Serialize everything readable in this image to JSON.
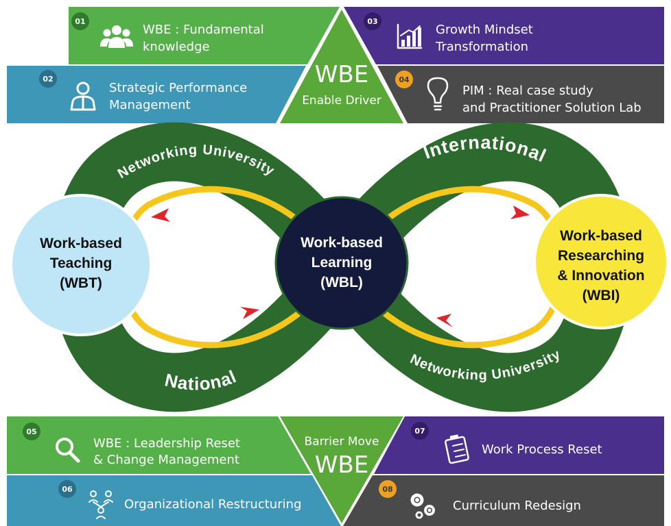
{
  "top": {
    "center": {
      "title": "WBE",
      "subtitle": "Enable Driver"
    },
    "items": [
      {
        "num": "01",
        "line1": "WBE : Fundamental",
        "line2": "knowledge",
        "icon": "people-group-icon"
      },
      {
        "num": "02",
        "line1": "Strategic Performance",
        "line2": "Management",
        "icon": "person-icon"
      },
      {
        "num": "03",
        "line1": "Growth Mindset",
        "line2": "Transformation",
        "icon": "bar-chart-growth-icon"
      },
      {
        "num": "04",
        "line1": "PIM : Real case study",
        "line2": "and Practitioner Solution Lab",
        "icon": "lightbulb-icon"
      }
    ]
  },
  "loop": {
    "top_left": "Networking University",
    "top_right": "International",
    "bottom_left": "National",
    "bottom_right": "Networking University",
    "left_circle": {
      "line1": "Work-based",
      "line2": "Teaching",
      "line3": "(WBT)"
    },
    "center_circle": {
      "line1": "Work-based",
      "line2": "Learning",
      "line3": "(WBL)"
    },
    "right_circle": {
      "line1": "Work-based",
      "line2": "Researching",
      "line3": "& Innovation",
      "line4": "(WBI)"
    }
  },
  "bottom": {
    "center": {
      "subtitle": "Barrier Move",
      "title": "WBE"
    },
    "items": [
      {
        "num": "05",
        "line1": "WBE : Leadership Reset",
        "line2": "& Change Management",
        "icon": "magnifier-icon"
      },
      {
        "num": "06",
        "line1": "Organizational Restructuring",
        "icon": "org-chart-icon"
      },
      {
        "num": "07",
        "line1": "Work Process Reset",
        "icon": "clipboard-checklist-icon"
      },
      {
        "num": "08",
        "line1": "Curriculum Redesign",
        "icon": "gears-icon"
      }
    ]
  },
  "colors": {
    "green": "#55b04a",
    "teal": "#3f97b8",
    "purple": "#4b2f8c",
    "charcoal": "#4a4a4a",
    "center_green": "#5aa83a",
    "loop_green": "#2d6a2e",
    "track_yellow": "#f5c61c",
    "arrow_red": "#e0242b",
    "wbt_blue": "#bfe6f7",
    "wbl_navy": "#141a3c",
    "wbi_yellow": "#f9e63a"
  }
}
